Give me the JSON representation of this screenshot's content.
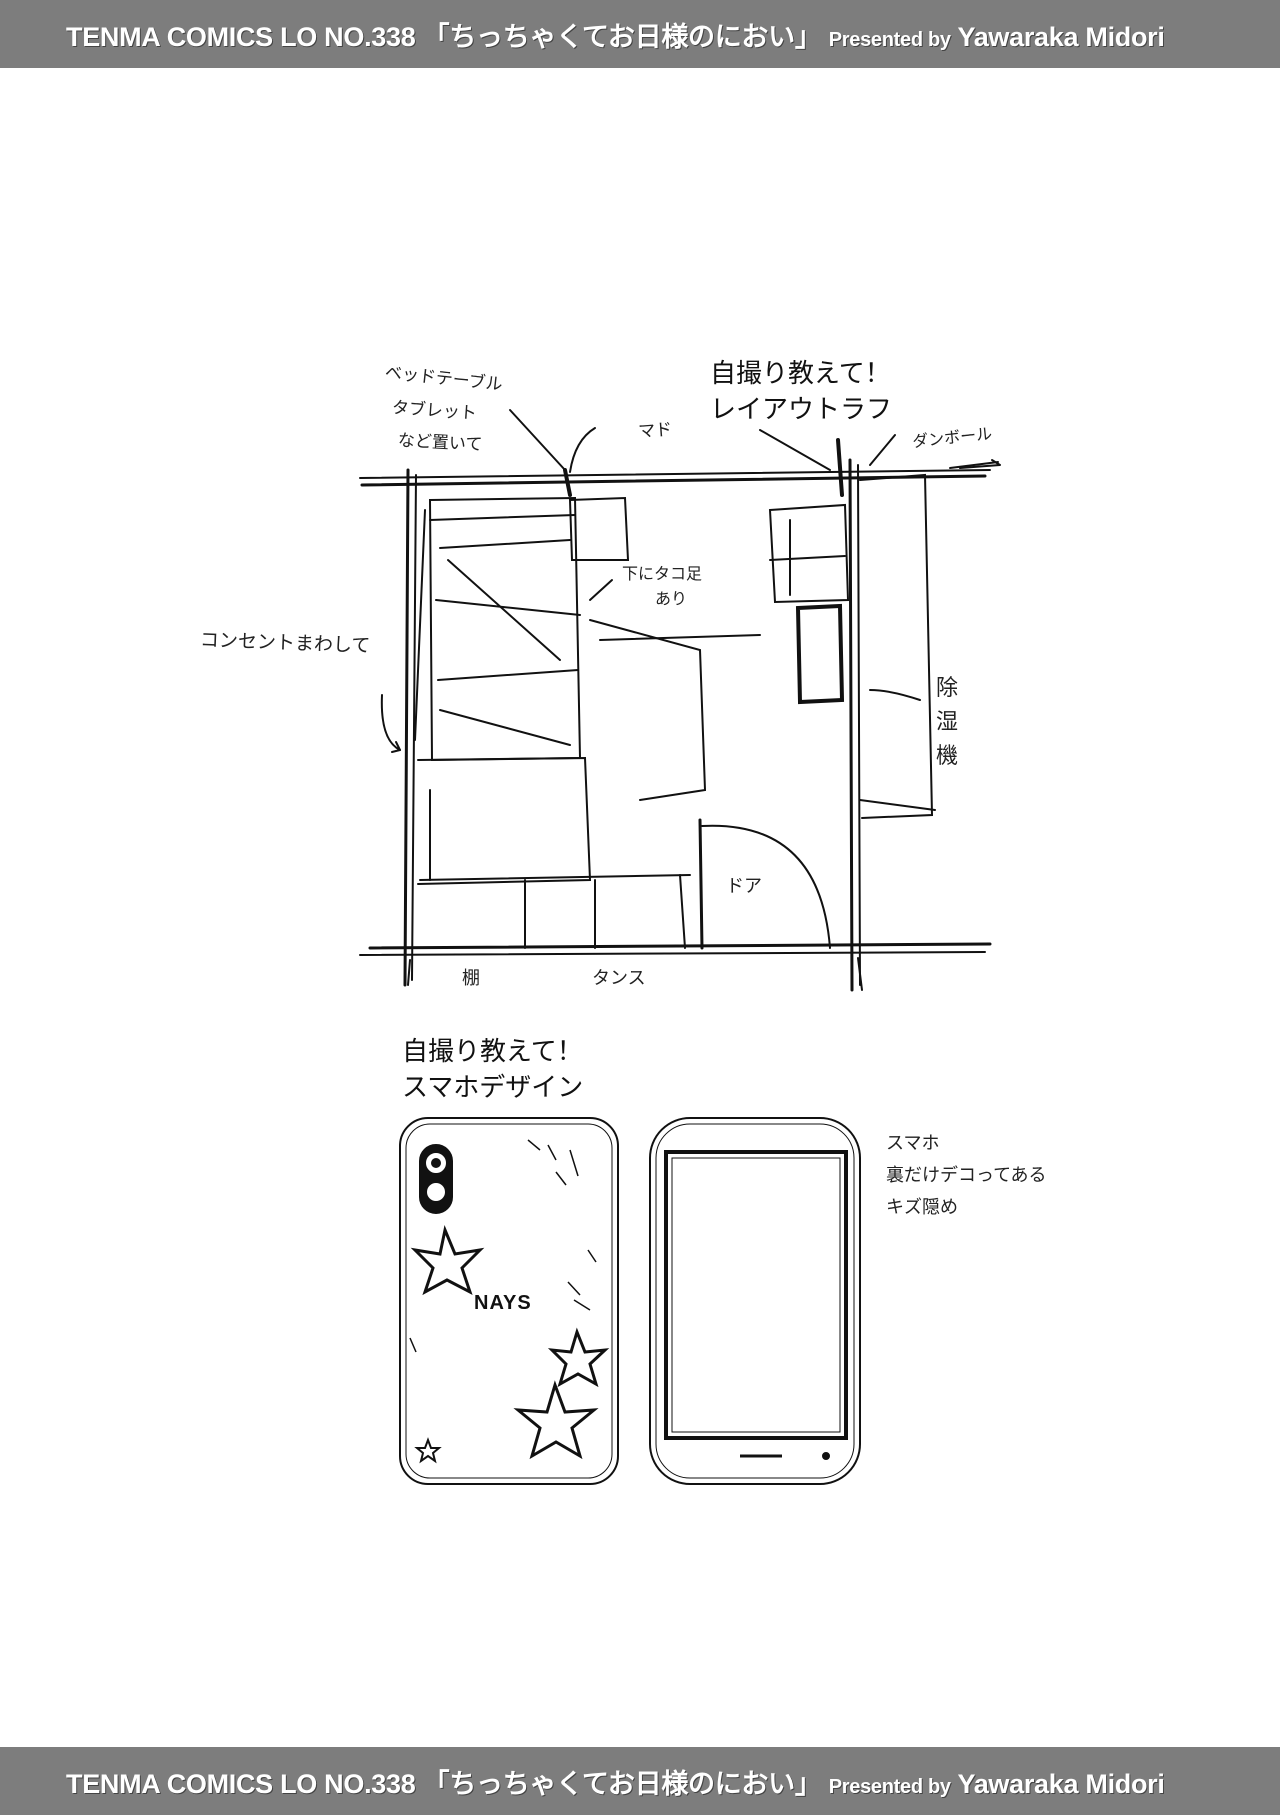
{
  "header": {
    "magazine": "TENMA COMICS LO NO.338",
    "story": "「ちっちゃくてお日様のにおい」",
    "presented": "Presented by",
    "author": "Yawaraka Midori"
  },
  "footer": {
    "magazine": "TENMA COMICS LO NO.338",
    "story": "「ちっちゃくてお日様のにおい」",
    "presented": "Presented by",
    "author": "Yawaraka Midori"
  },
  "layout_sketch": {
    "title_line1": "自撮り教えて！",
    "title_line2": "レイアウトラフ",
    "notes": {
      "bed_table": "ベッドテーブル",
      "tablet": "タブレット",
      "placed": "など置いて",
      "window": "マド",
      "cardboard": "ダンボール",
      "legs": "下にタコ足",
      "legs2": "あり",
      "outlet": "コンセントまわして",
      "dehumidifier": "除湿機",
      "door": "ドア",
      "shelf": "棚",
      "dresser": "タンス"
    }
  },
  "phone_sketch": {
    "title_line1": "自撮り教えて！",
    "title_line2": "スマホデザイン",
    "brand": "NAYS",
    "note_line1": "スマホ",
    "note_line2": "裏だけデコってある",
    "note_line3": "キズ隠め"
  }
}
